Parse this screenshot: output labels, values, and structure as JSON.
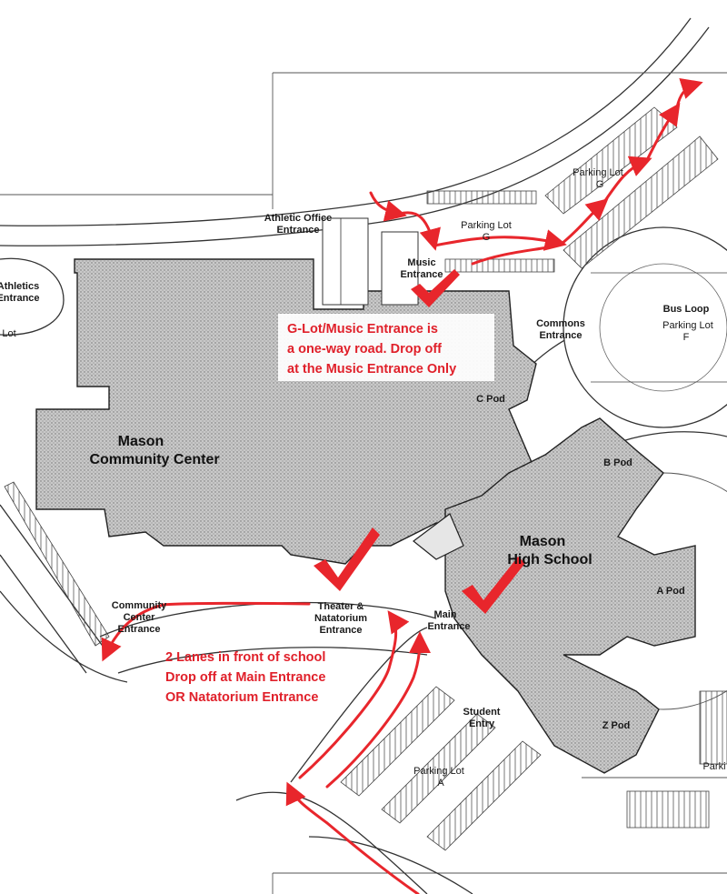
{
  "map": {
    "building_labels": {
      "community_center_line1": "Mason",
      "community_center_line2": "Community Center",
      "high_school_line1": "Mason",
      "high_school_line2": "High School"
    },
    "pods": {
      "a": "A Pod",
      "b": "B Pod",
      "c": "C Pod",
      "z": "Z Pod"
    },
    "entrances": {
      "athletic_office_line1": "Athletic Office",
      "athletic_office_line2": "Entrance",
      "athletics_line1": "Athletics",
      "athletics_line2": "Entrance",
      "music_line1": "Music",
      "music_line2": "Entrance",
      "commons_line1": "Commons",
      "commons_line2": "Entrance",
      "community_center_line1": "Community",
      "community_center_line2": "Center",
      "community_center_line3": "Entrance",
      "theater_line1": "Theater &",
      "theater_line2": "Natatorium",
      "theater_line3": "Entrance",
      "main_line1": "Main",
      "main_line2": "Entrance",
      "student_line1": "Student",
      "student_line2": "Entry"
    },
    "lots": {
      "g_upper_line1": "Parking Lot",
      "g_upper_line2": "G",
      "g_lower_line1": "Parking Lot",
      "g_lower_line2": "G",
      "f_line1": "Bus Loop",
      "f_line2": "Parking Lot",
      "f_line3": "F",
      "a_line1": "Parking Lot",
      "a_line2": "A",
      "left_lot": "Lot",
      "right_cut": "Parki"
    },
    "notes": {
      "music_line1": "G-Lot/Music Entrance is",
      "music_line2": "a one-way road. Drop off",
      "music_line3": "at the Music Entrance Only",
      "lanes_line1": "2 Lanes in front of school",
      "lanes_line2": "Drop off at Main Entrance",
      "lanes_line3": "OR Natatorium Entrance"
    },
    "colors": {
      "arrow": "#e8262c",
      "note_text": "#e0202a",
      "building_fill": "#b8b8b8"
    }
  }
}
